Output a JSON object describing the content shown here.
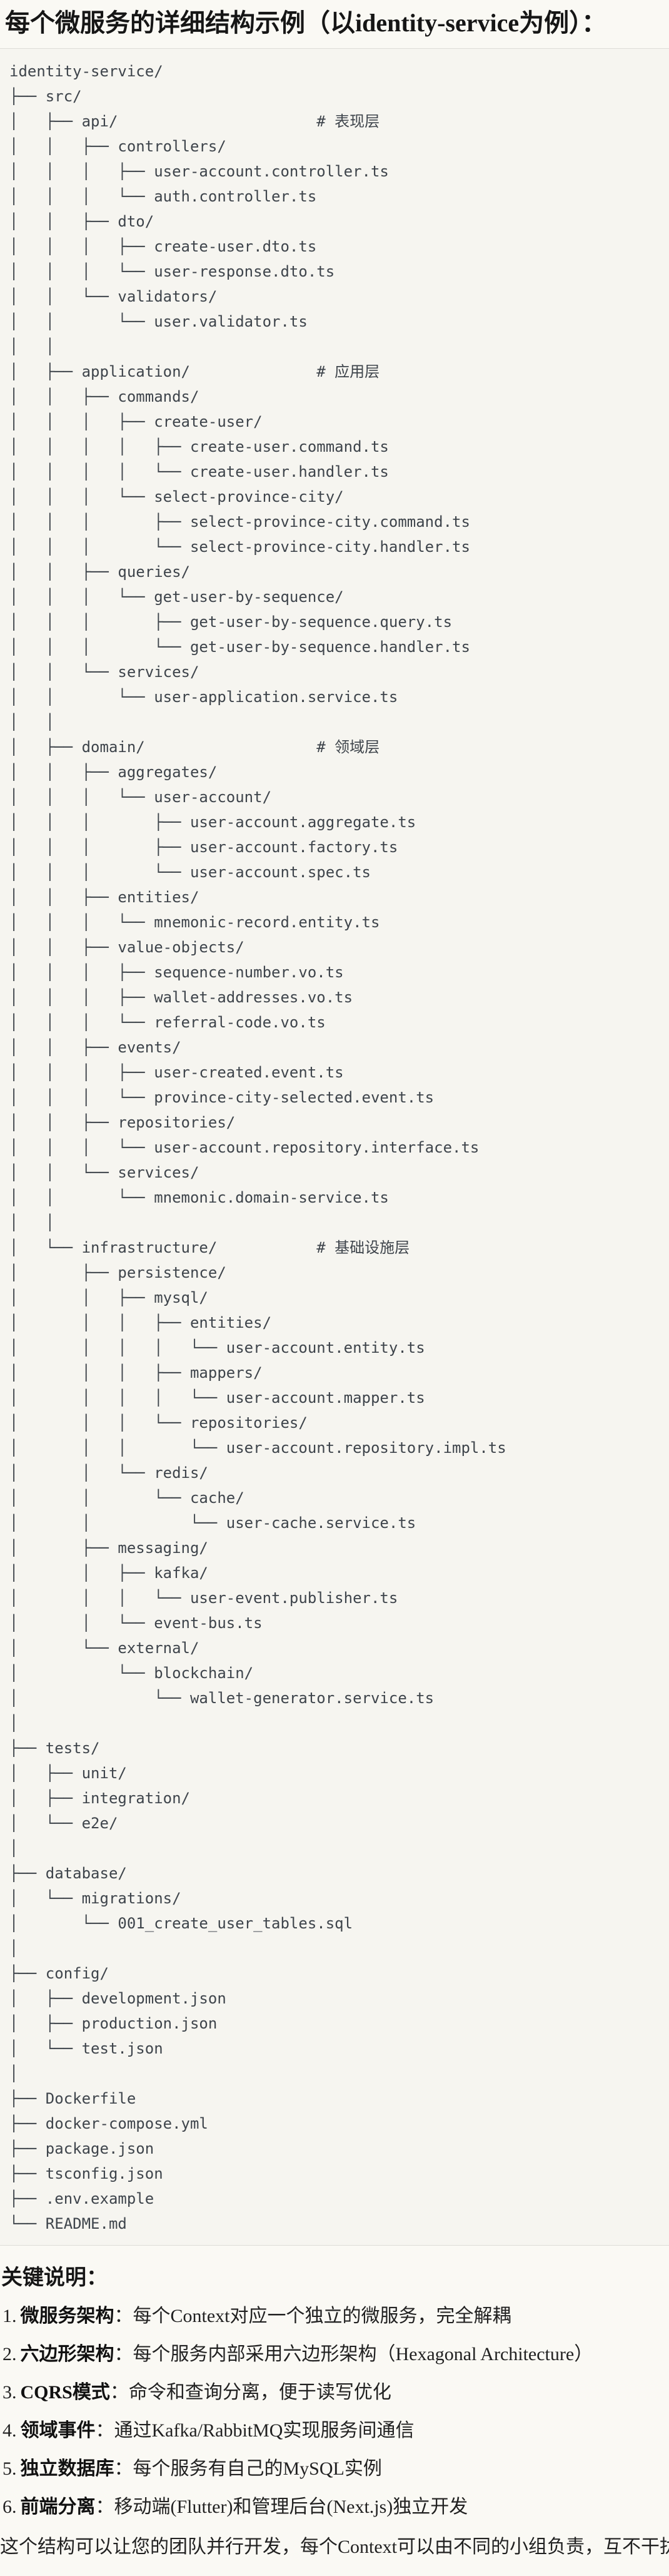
{
  "page": {
    "title": "每个微服务的详细结构示例（以identity-service为例）："
  },
  "code_block": {
    "content_type": "directory-tree",
    "lines": [
      "identity-service/",
      "├── src/",
      "│   ├── api/                      # 表现层",
      "│   │   ├── controllers/",
      "│   │   │   ├── user-account.controller.ts",
      "│   │   │   └── auth.controller.ts",
      "│   │   ├── dto/",
      "│   │   │   ├── create-user.dto.ts",
      "│   │   │   └── user-response.dto.ts",
      "│   │   └── validators/",
      "│   │       └── user.validator.ts",
      "│   │",
      "│   ├── application/              # 应用层",
      "│   │   ├── commands/",
      "│   │   │   ├── create-user/",
      "│   │   │   │   ├── create-user.command.ts",
      "│   │   │   │   └── create-user.handler.ts",
      "│   │   │   └── select-province-city/",
      "│   │   │       ├── select-province-city.command.ts",
      "│   │   │       └── select-province-city.handler.ts",
      "│   │   ├── queries/",
      "│   │   │   └── get-user-by-sequence/",
      "│   │   │       ├── get-user-by-sequence.query.ts",
      "│   │   │       └── get-user-by-sequence.handler.ts",
      "│   │   └── services/",
      "│   │       └── user-application.service.ts",
      "│   │",
      "│   ├── domain/                   # 领域层",
      "│   │   ├── aggregates/",
      "│   │   │   └── user-account/",
      "│   │   │       ├── user-account.aggregate.ts",
      "│   │   │       ├── user-account.factory.ts",
      "│   │   │       └── user-account.spec.ts",
      "│   │   ├── entities/",
      "│   │   │   └── mnemonic-record.entity.ts",
      "│   │   ├── value-objects/",
      "│   │   │   ├── sequence-number.vo.ts",
      "│   │   │   ├── wallet-addresses.vo.ts",
      "│   │   │   └── referral-code.vo.ts",
      "│   │   ├── events/",
      "│   │   │   ├── user-created.event.ts",
      "│   │   │   └── province-city-selected.event.ts",
      "│   │   ├── repositories/",
      "│   │   │   └── user-account.repository.interface.ts",
      "│   │   └── services/",
      "│   │       └── mnemonic.domain-service.ts",
      "│   │",
      "│   └── infrastructure/           # 基础设施层",
      "│       ├── persistence/",
      "│       │   ├── mysql/",
      "│       │   │   ├── entities/",
      "│       │   │   │   └── user-account.entity.ts",
      "│       │   │   ├── mappers/",
      "│       │   │   │   └── user-account.mapper.ts",
      "│       │   │   └── repositories/",
      "│       │   │       └── user-account.repository.impl.ts",
      "│       │   └── redis/",
      "│       │       └── cache/",
      "│       │           └── user-cache.service.ts",
      "│       ├── messaging/",
      "│       │   ├── kafka/",
      "│       │   │   └── user-event.publisher.ts",
      "│       │   └── event-bus.ts",
      "│       └── external/",
      "│           └── blockchain/",
      "│               └── wallet-generator.service.ts",
      "│",
      "├── tests/",
      "│   ├── unit/",
      "│   ├── integration/",
      "│   └── e2e/",
      "│",
      "├── database/",
      "│   └── migrations/",
      "│       └── 001_create_user_tables.sql",
      "│",
      "├── config/",
      "│   ├── development.json",
      "│   ├── production.json",
      "│   └── test.json",
      "│",
      "├── Dockerfile",
      "├── docker-compose.yml",
      "├── package.json",
      "├── tsconfig.json",
      "├── .env.example",
      "└── README.md"
    ]
  },
  "notes": {
    "heading": "关键说明：",
    "items": [
      {
        "num": "1.",
        "term": "微服务架构",
        "desc": "：每个Context对应一个独立的微服务，完全解耦"
      },
      {
        "num": "2.",
        "term": "六边形架构",
        "desc": "：每个服务内部采用六边形架构（Hexagonal Architecture）"
      },
      {
        "num": "3.",
        "term": "CQRS模式",
        "desc": "：命令和查询分离，便于读写优化"
      },
      {
        "num": "4.",
        "term": "领域事件",
        "desc": "：通过Kafka/RabbitMQ实现服务间通信"
      },
      {
        "num": "5.",
        "term": "独立数据库",
        "desc": "：每个服务有自己的MySQL实例"
      },
      {
        "num": "6.",
        "term": "前端分离",
        "desc": "：移动端(Flutter)和管理后台(Next.js)独立开发"
      }
    ],
    "footer": "这个结构可以让您的团队并行开发，每个Context可以由不同的小组负责，互不干扰。"
  },
  "colors": {
    "page_bg": "#FAF9F4",
    "code_bg": "#F6F5F0",
    "code_border": "#DEDDD8",
    "code_text": "#3E444B",
    "title_text": "#161616",
    "body_text": "#212121"
  }
}
